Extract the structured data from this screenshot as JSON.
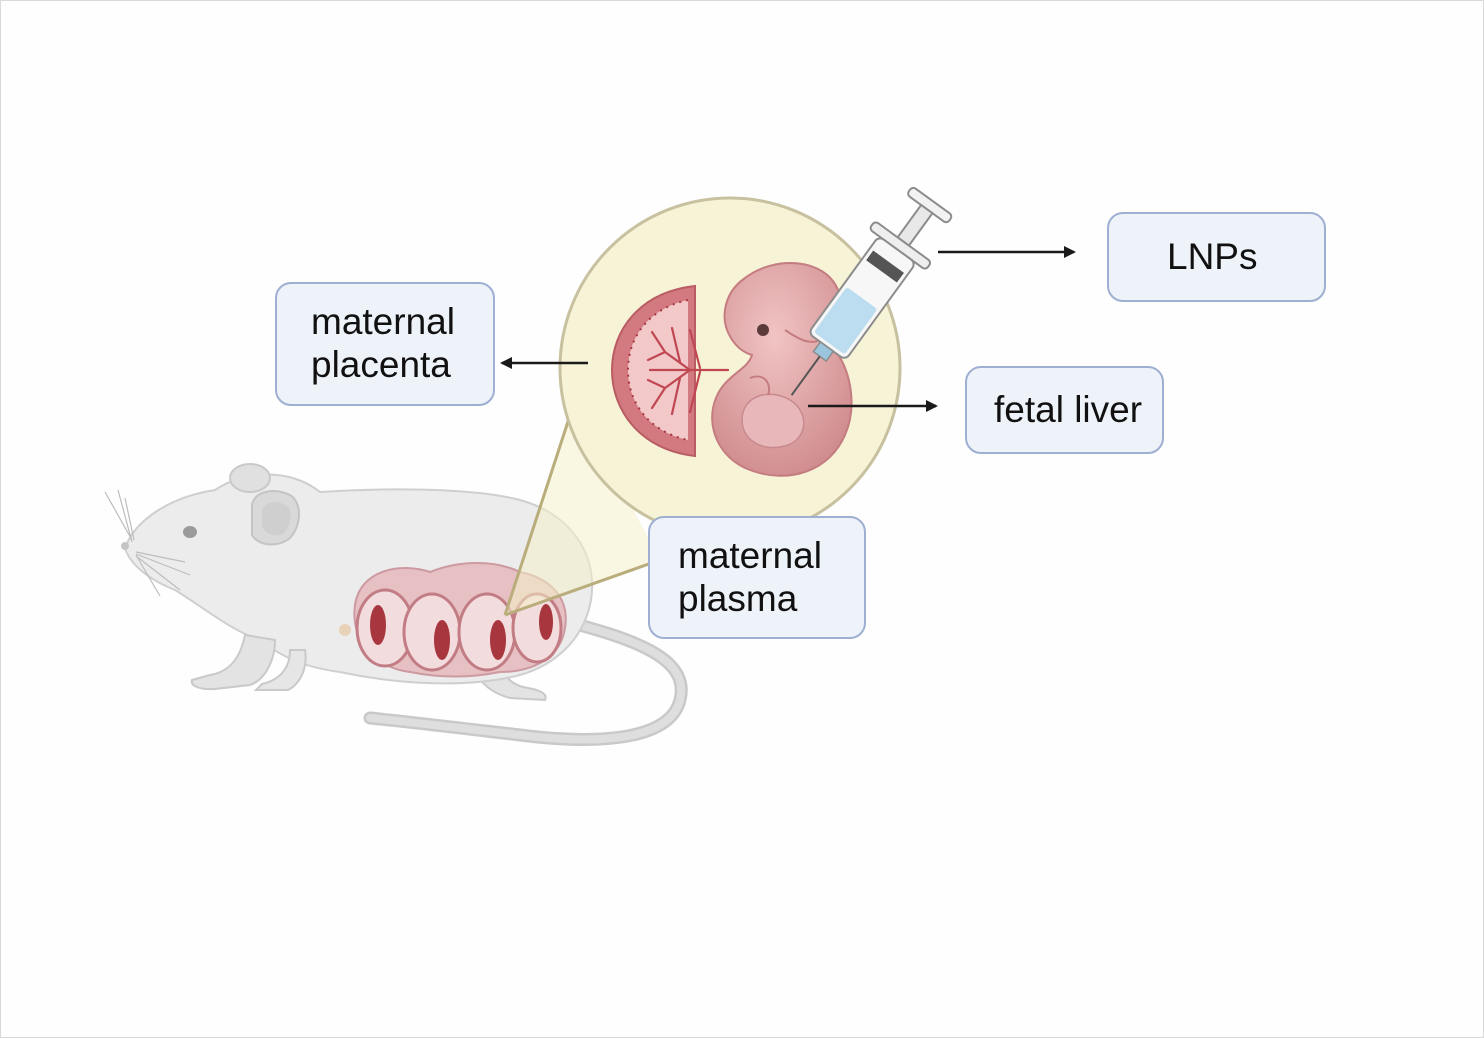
{
  "labels": {
    "maternal_placenta": {
      "line1": "maternal",
      "line2": "placenta"
    },
    "lnps": "LNPs",
    "fetal_liver": "fetal liver",
    "maternal_plasma": {
      "line1": "maternal",
      "line2": "plasma"
    }
  },
  "colors": {
    "box_fill": "#eef2f9",
    "box_border": "#9eafd2",
    "arrow": "#1a1a1a",
    "zoom_circle": "#f6f3d6",
    "mouse_body": "#e9e9e9",
    "embryo": "#d99a9a",
    "placenta": "#c8636c",
    "syringe_fluid": "#bcdcf0"
  },
  "icons": [
    "mouse-illustration",
    "zoom-circle",
    "embryo-illustration",
    "placenta-illustration",
    "syringe-icon",
    "uterus-illustration"
  ]
}
